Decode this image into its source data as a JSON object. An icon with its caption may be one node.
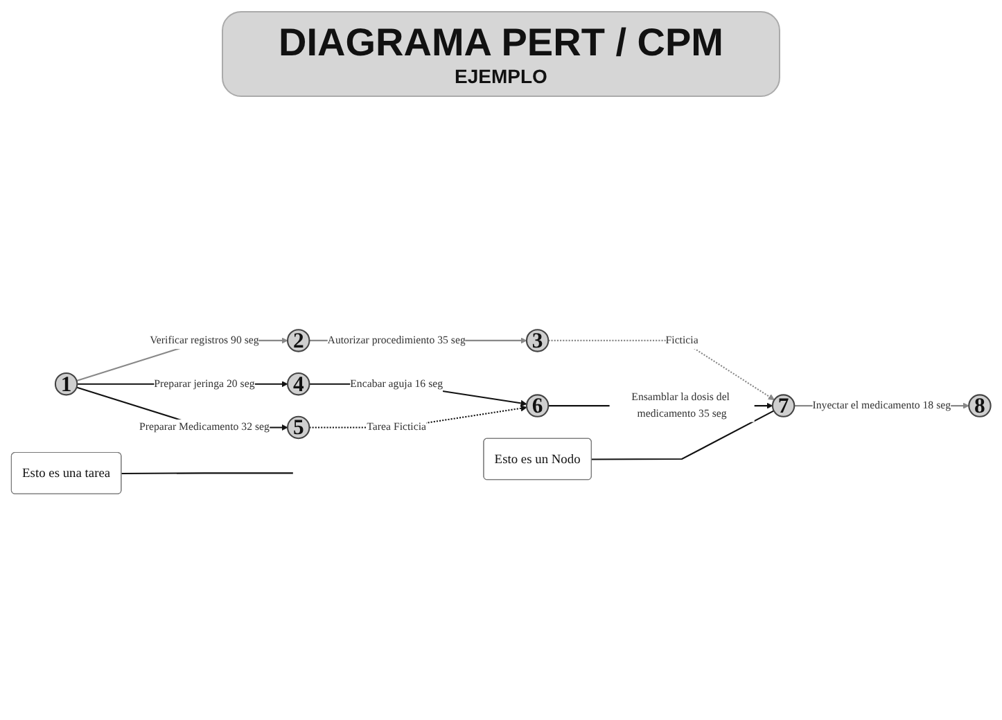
{
  "diagram": {
    "title": "DIAGRAMA PERT / CPM",
    "nodes": [
      {
        "text": [
          "1"
        ]
      },
      {
        "text": [
          "2"
        ]
      },
      {
        "text": [
          "3"
        ]
      },
      {
        "text": [
          "4"
        ]
      },
      {
        "text": [
          "5"
        ]
      },
      {
        "text": [
          "6"
        ]
      },
      {
        "text": [
          "7"
        ]
      },
      {
        "text": [
          "8"
        ]
      },
      {
        "text": [
          "Esto es una tarea"
        ]
      },
      {
        "text": [
          "Esto es un Nodo"
        ]
      }
    ],
    "edges": [
      {
        "from": 0,
        "to": 1,
        "arrow": "to",
        "label": "Verificar registros 90 seg",
        "color": "#888888"
      },
      {
        "from": 1,
        "to": 2,
        "arrow": "to",
        "label": "Autorizar procedimiento 35 seg",
        "color": "#888888"
      },
      {
        "from": 0,
        "to": 3,
        "arrow": "to",
        "label": "Preparar jeringa 20 seg"
      },
      {
        "from": 3,
        "to": 5,
        "arrow": "to",
        "label": "Encabar aguja 16 seg"
      },
      {
        "from": 0,
        "to": 4,
        "arrow": "to",
        "label": "Preparar Medicamento 32 seg"
      },
      {
        "from": 2,
        "to": 6,
        "arrow": "to",
        "label": "Ficticia",
        "style": "dashed",
        "color": "#888888"
      },
      {
        "from": 5,
        "to": 6,
        "arrow": "to",
        "label": "Ensamblar la dosis del medicamento 35 seg"
      },
      {
        "from": 6,
        "to": 7,
        "arrow": "to",
        "label": "Inyectar el medicamento 18 seg",
        "color": "#888888"
      },
      {
        "from": 4,
        "to": 5,
        "arrow": "to",
        "label": "Tarea Ficticia",
        "style": "dashed"
      },
      {
        "from": 9,
        "to": 6,
        "arrow": "none"
      },
      {
        "from": 8,
        "to": null,
        "arrow": "none"
      }
    ],
    "labels": [
      "EJEMPLO"
    ]
  }
}
